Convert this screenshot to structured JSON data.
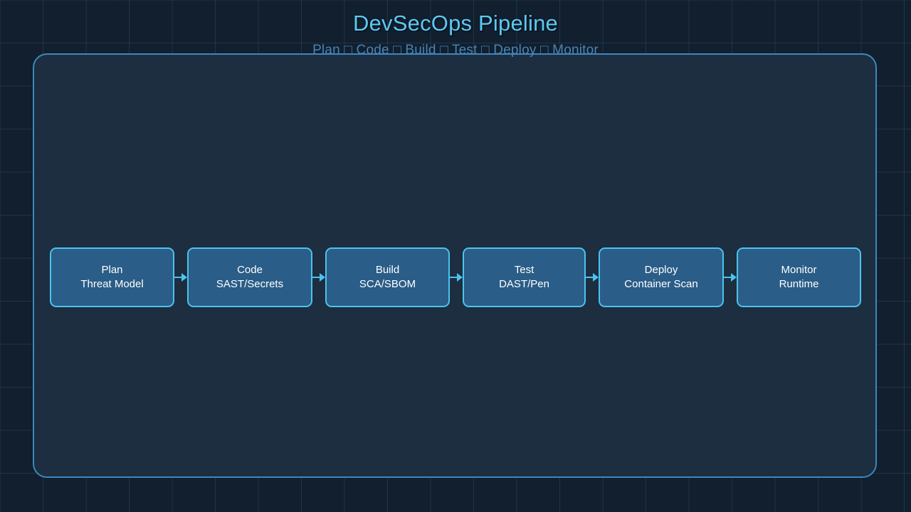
{
  "header": {
    "title": "DevSecOps Pipeline",
    "subtitle": "Plan □ Code □ Build □ Test □ Deploy □ Monitor"
  },
  "colors": {
    "backdrop": "#111f2e",
    "grid_line": "#4a6175",
    "panel_fill": "#1c2e40",
    "panel_border": "#3d87bf",
    "node_fill": "#2a5d87",
    "node_border": "#4cc3ee",
    "node_text": "#ffffff",
    "title": "#5ec8f5",
    "subtitle": "#4884b4",
    "arrow": "#4cc3ee"
  },
  "diagram": {
    "type": "flow",
    "orientation": "left-to-right",
    "connector_glyph": "arrow-right",
    "nodes": [
      {
        "stage": "Plan",
        "detail": "Threat Model",
        "width": 175
      },
      {
        "stage": "Code",
        "detail": "SAST/Secrets",
        "width": 176
      },
      {
        "stage": "Build",
        "detail": "SCA/SBOM",
        "width": 175
      },
      {
        "stage": "Test",
        "detail": "DAST/Pen",
        "width": 173
      },
      {
        "stage": "Deploy",
        "detail": "Container Scan",
        "width": 176
      },
      {
        "stage": "Monitor",
        "detail": "Runtime",
        "width": 175
      }
    ]
  }
}
